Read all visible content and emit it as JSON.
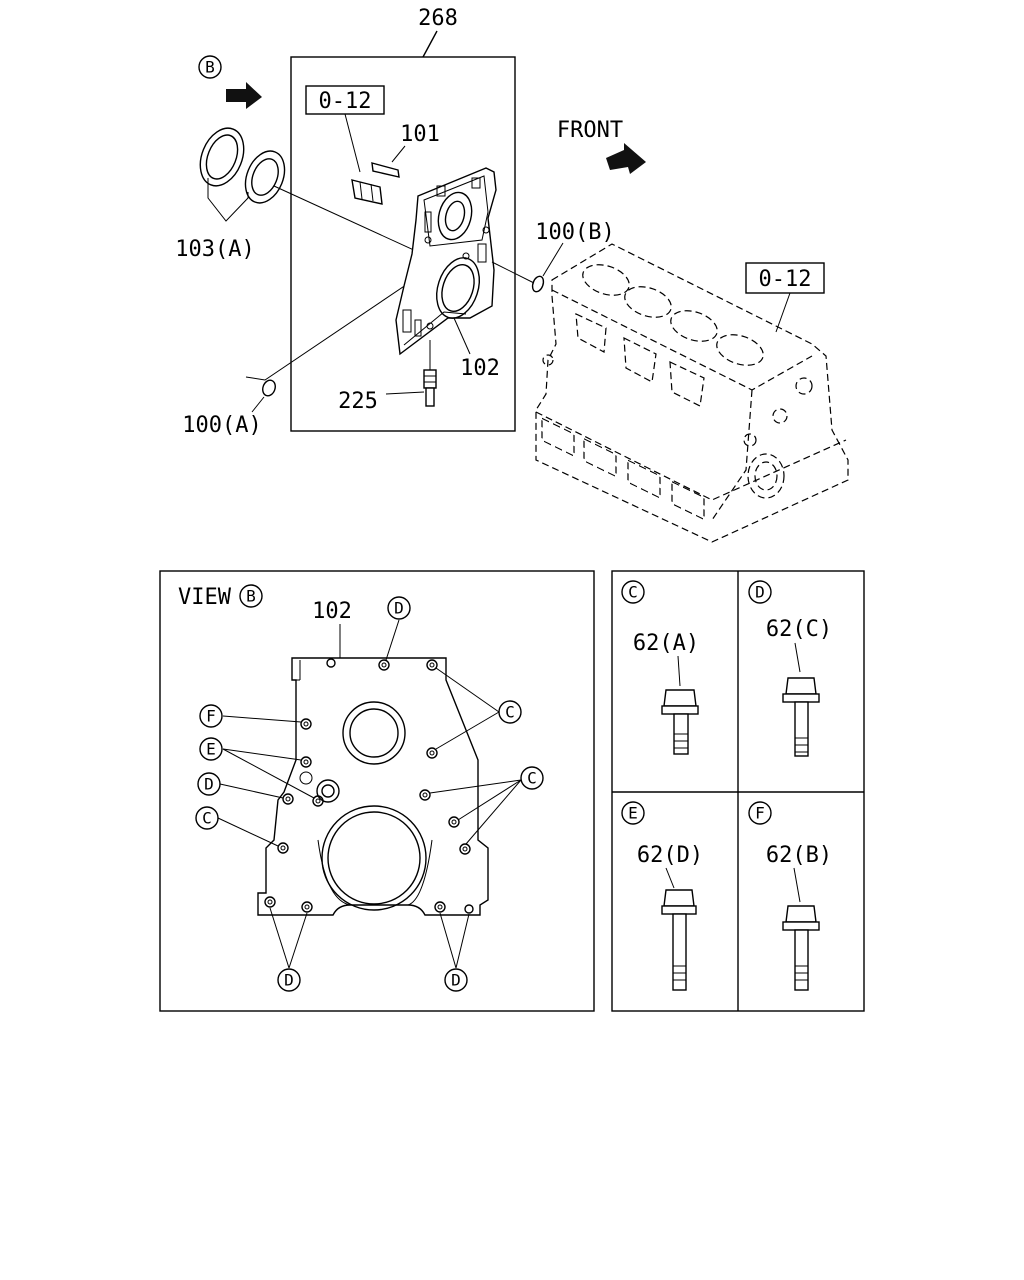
{
  "top": {
    "assembly_label": "268",
    "view_callout": "B",
    "ref_box_1": "0-12",
    "ref_box_2": "0-12",
    "front_label": "FRONT",
    "parts": {
      "p101": "101",
      "p103a": "103(A)",
      "p100b": "100(B)",
      "p102": "102",
      "p225": "225",
      "p100a": "100(A)"
    }
  },
  "view": {
    "title": "VIEW",
    "callout": "B",
    "part": "102",
    "circle_labels": {
      "d_top": "D",
      "c_right_upper": "C",
      "f_left": "F",
      "e_left": "E",
      "d_left": "D",
      "c_right_lower": "C",
      "c_left": "C",
      "d_bottom_left": "D",
      "d_bottom_right": "D"
    }
  },
  "bolts": [
    {
      "callout": "C",
      "part": "62(A)"
    },
    {
      "callout": "D",
      "part": "62(C)"
    },
    {
      "callout": "E",
      "part": "62(D)"
    },
    {
      "callout": "F",
      "part": "62(B)"
    }
  ]
}
